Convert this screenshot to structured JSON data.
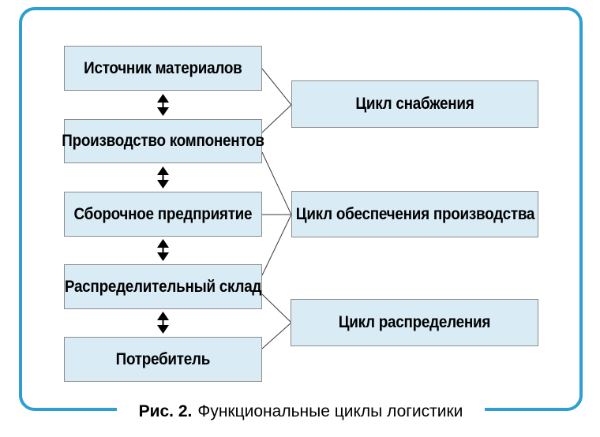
{
  "figure": {
    "left_column": [
      {
        "label": "Источник материалов"
      },
      {
        "label": "Производство компонентов"
      },
      {
        "label": "Сборочное предприятие"
      },
      {
        "label": "Распределительный склад"
      },
      {
        "label": "Потребитель"
      }
    ],
    "right_column": [
      {
        "label": "Цикл снабжения"
      },
      {
        "label": "Цикл обеспечения производства"
      },
      {
        "label": "Цикл распределения"
      }
    ],
    "connections": [
      {
        "from": "Источник материалов",
        "to": "Цикл снабжения"
      },
      {
        "from": "Производство компонентов",
        "to": "Цикл снабжения"
      },
      {
        "from": "Производство компонентов",
        "to": "Цикл обеспечения производства"
      },
      {
        "from": "Сборочное предприятие",
        "to": "Цикл обеспечения производства"
      },
      {
        "from": "Распределительный склад",
        "to": "Цикл обеспечения производства"
      },
      {
        "from": "Распределительный склад",
        "to": "Цикл распределения"
      },
      {
        "from": "Потребитель",
        "to": "Цикл распределения"
      }
    ],
    "vertical_links": "double-headed arrows between each adjacent left-column stage",
    "caption": {
      "prefix": "Рис. 2.",
      "text": "Функциональные циклы логистики"
    }
  },
  "colors": {
    "frame_border": "#2D9FD2",
    "node_fill": "#D9ECF6",
    "node_border": "#8C8C8C",
    "connector_line": "#3A3A3A",
    "arrow": "#000000",
    "text": "#000000",
    "background": "#FFFFFF"
  }
}
